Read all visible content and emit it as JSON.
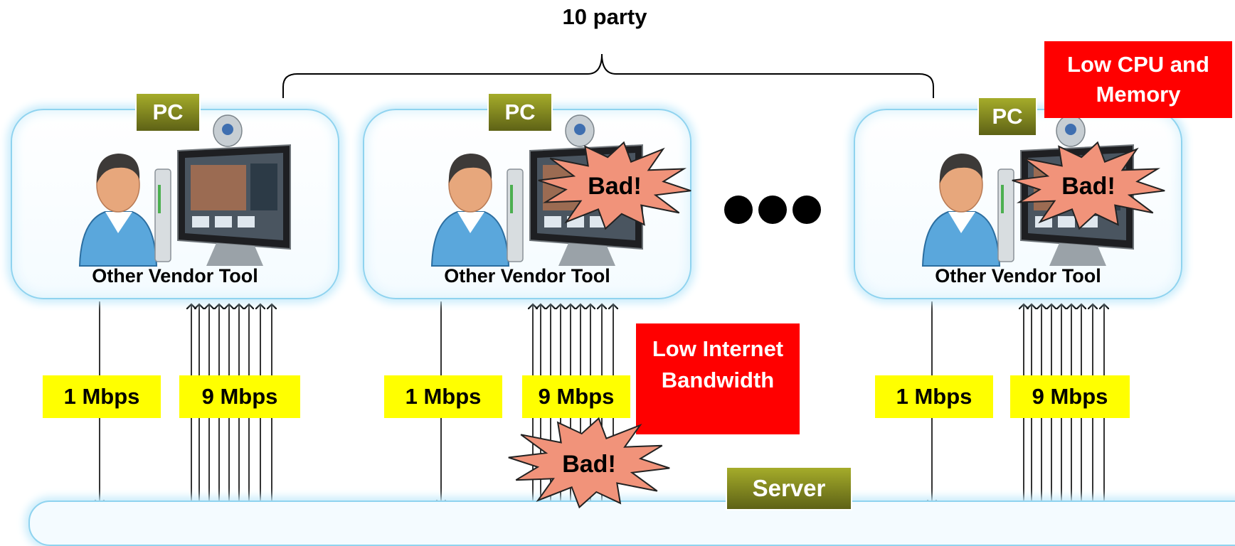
{
  "title": "10 party",
  "pcs": [
    {
      "tag": "PC",
      "label": "Other Vendor Tool",
      "bad": false
    },
    {
      "tag": "PC",
      "label": "Other Vendor Tool",
      "bad": true
    },
    {
      "tag": "PC",
      "label": "Other Vendor Tool",
      "bad": true
    }
  ],
  "upload_rate": "1 Mbps",
  "download_rate": "9 Mbps",
  "bad_label": "Bad!",
  "cpu_note": "Low CPU and Memory",
  "bandwidth_note": "Low Internet Bandwidth",
  "server_label": "Server",
  "colors": {
    "red_note": "#ff0000",
    "rate_bg": "#ffff00",
    "tag_olive": "#7d821e",
    "burst": "#f1937a"
  }
}
